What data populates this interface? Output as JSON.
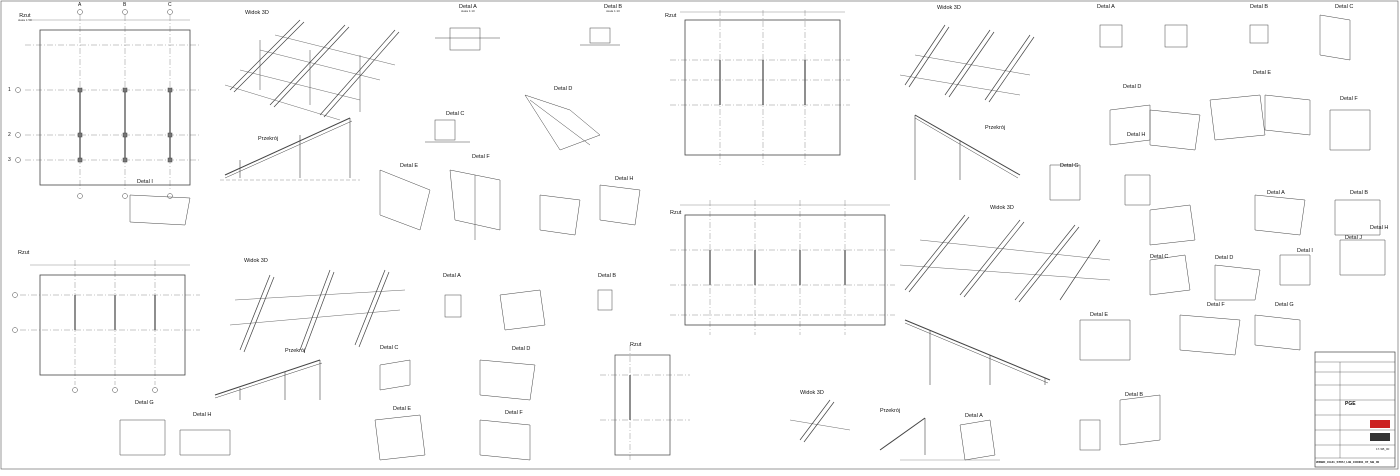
{
  "drawing": {
    "titles": {
      "plan_1": "Rzut",
      "view3d_1": "Widok 3D",
      "detail_a_1": "Detal A",
      "detail_b_1": "Detal B",
      "detail_c_1": "Detal C",
      "detail_d_1": "Detal D",
      "detail_e_1": "Detal E",
      "detail_f_1": "Detal F",
      "detail_h_1": "Detal H",
      "detail_i_1": "Detal I",
      "section_1": "Przekrój",
      "plan_2": "Rzut",
      "view3d_2": "Widok 3D",
      "section_2": "Przekrój",
      "detail_a_2": "Detal A",
      "detail_b_2": "Detal B",
      "detail_c_2": "Detal C",
      "detail_d_2": "Detal D",
      "detail_e_2": "Detal E",
      "detail_f_2": "Detal F",
      "detail_g_2": "Detal G",
      "detail_h_2": "Detal H",
      "plan_3": "Rzut",
      "view3d_3": "Widok 3D",
      "section_3": "Przekrój",
      "detail_a_3": "Detal A",
      "detail_b_3": "Detal B",
      "plan_4": "Rzut",
      "view3d_4": "Widok 3D",
      "section_4": "Przekrój",
      "detail_a_4": "Detal A",
      "detail_b_4": "Detal B",
      "detail_c_4": "Detal C",
      "detail_d_4": "Detal D",
      "detail_e_4": "Detal E",
      "detail_f_4": "Detal F",
      "detail_g_4": "Detal G",
      "detail_h_4": "Detal H",
      "plan_5": "Rzut",
      "view3d_5": "Widok 3D",
      "detail_a_5": "Detal A",
      "detail_b_5": "Detal B",
      "detail_c_5": "Detal C",
      "detail_d_5": "Detal D",
      "detail_e_5": "Detal E",
      "detail_f_5": "Detal F",
      "detail_g_5": "Detal G",
      "detail_h_5": "Detal H",
      "detail_i_5": "Detal I",
      "detail_j_5": "Detal J"
    },
    "scale_1_50": "skala 1:50",
    "scale_1_10": "skala 1:10",
    "grid_letters": [
      "A",
      "B",
      "C"
    ],
    "grid_numbers": [
      "1",
      "2",
      "3"
    ],
    "title_block": {
      "drawing_code": "WRBD_CG31_STRU_LIB_CONN1_07_SB_00",
      "sheet_no": "17-SB_00",
      "logo_text": "PGE"
    }
  }
}
